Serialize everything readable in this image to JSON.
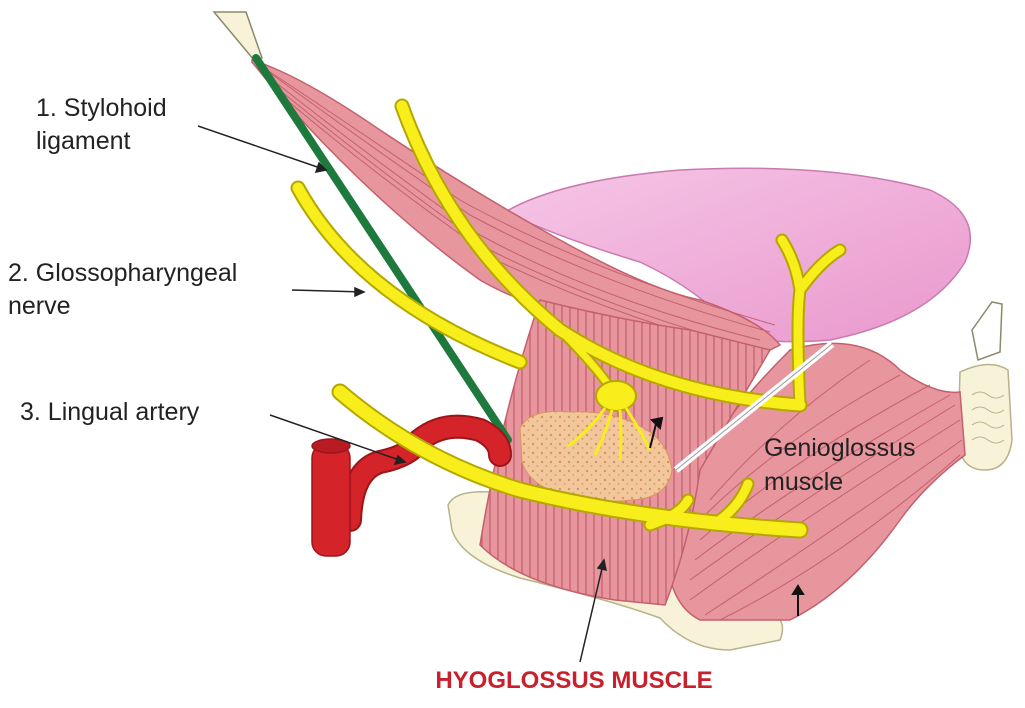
{
  "labels": {
    "stylohoid": [
      "1. Stylohoid",
      "ligament"
    ],
    "glossopharyngeal": [
      "2. Glossopharyngeal",
      "nerve"
    ],
    "lingual_artery": "3. Lingual artery",
    "genioglossus": [
      "Genioglossus",
      "muscle"
    ]
  },
  "caption": "HYOGLOSSUS MUSCLE",
  "colors": {
    "muscle": "#e8969e",
    "muscle_stripe": "#c4606d",
    "tongue": "#f2b4dc",
    "nerve": "#f7ee1c",
    "nerve_outline": "#b5a700",
    "ligament": "#1e7a3c",
    "artery": "#d42329",
    "gland": "#f2c79b",
    "bone": "#f7f2d8",
    "caption": "#c8202d"
  }
}
